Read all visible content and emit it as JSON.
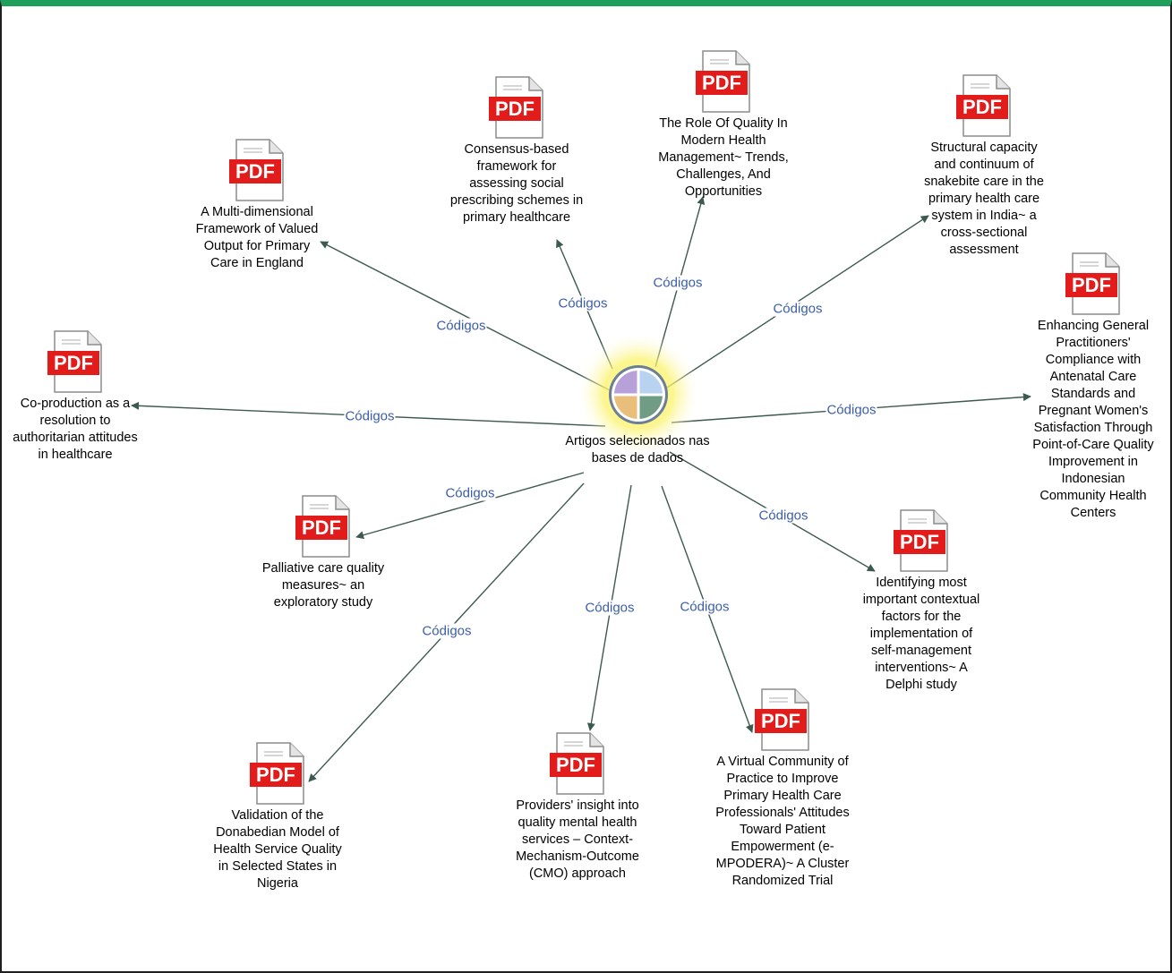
{
  "relation_label": "Códigos",
  "colors": {
    "frame_top": "#1f9e5c",
    "edge": "#3d5a50",
    "relation_text": "#3b5ea8",
    "pdf_red": "#e21b1b",
    "hub_q1": "#b8a0d8",
    "hub_q2": "#b7d3ef",
    "hub_q3": "#e8be7a",
    "hub_q4": "#6f9c82"
  },
  "hub": {
    "label": "Artigos selecionados nas bases de dados",
    "icon": "code-group-icon"
  },
  "documents": [
    {
      "id": "doc-multi-dimensional",
      "icon_text": "PDF",
      "title": "A Multi-dimensional Framework of Valued Output for Primary Care in England"
    },
    {
      "id": "doc-consensus",
      "icon_text": "PDF",
      "title": "Consensus-based framework for assessing social prescribing schemes in primary healthcare"
    },
    {
      "id": "doc-role-quality",
      "icon_text": "PDF",
      "title": "The Role Of Quality In Modern Health Management~ Trends, Challenges, And Opportunities"
    },
    {
      "id": "doc-structural",
      "icon_text": "PDF",
      "title": "Structural capacity and continuum of snakebite care in the primary health care system in India~ a cross-sectional assessment"
    },
    {
      "id": "doc-enhancing",
      "icon_text": "PDF",
      "title": "Enhancing General Practitioners' Compliance with Antenatal Care Standards and Pregnant Women's Satisfaction Through Point-of-Care Quality Improvement in Indonesian Community Health Centers"
    },
    {
      "id": "doc-identifying",
      "icon_text": "PDF",
      "title": "Identifying most important contextual factors for the implementation of self-management interventions~ A Delphi study"
    },
    {
      "id": "doc-virtual",
      "icon_text": "PDF",
      "title": "A Virtual Community of Practice to Improve Primary Health Care Professionals' Attitudes Toward Patient Empowerment (e-MPODERA)~ A Cluster Randomized Trial"
    },
    {
      "id": "doc-providers",
      "icon_text": "PDF",
      "title": "Providers' insight into quality mental health services – Context-Mechanism-Outcome (CMO) approach"
    },
    {
      "id": "doc-validation",
      "icon_text": "PDF",
      "title": "Validation of the Donabedian Model of Health Service Quality in Selected States in Nigeria"
    },
    {
      "id": "doc-palliative",
      "icon_text": "PDF",
      "title": "Palliative care quality measures~ an exploratory study"
    },
    {
      "id": "doc-coproduction",
      "icon_text": "PDF",
      "title": "Co-production as a resolution to authoritarian attitudes in healthcare"
    }
  ]
}
